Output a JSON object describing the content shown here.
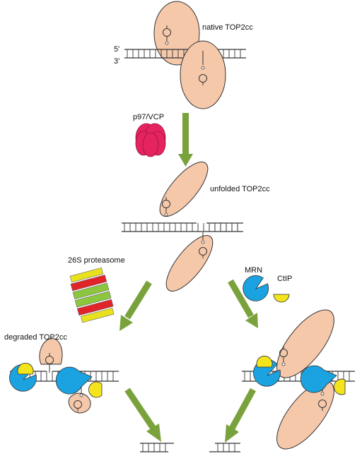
{
  "labels": {
    "native": "native TOP2cc",
    "five_prime": "5'",
    "three_prime": "3'",
    "p97": "p97/VCP",
    "unfolded": "unfolded TOP2cc",
    "proteasome": "26S proteasome",
    "mrn": "MRN",
    "ctip": "CtIP",
    "degraded": "degraded TOP2cc"
  },
  "colors": {
    "top2": "#f6c8aa",
    "outline": "#333333",
    "arrow": "#7aa23c",
    "p97": "#e5245f",
    "mrn": "#1aa3e0",
    "ctip": "#f4e41c",
    "proteasome_yellow": "#e8e21c",
    "proteasome_red": "#e0242a",
    "proteasome_green": "#8cc63e"
  },
  "icons": [
    "tyrosine-ring-icon",
    "p97-hexamer-icon",
    "proteasome-icon",
    "mrn-pacman-icon",
    "ctip-icon"
  ]
}
